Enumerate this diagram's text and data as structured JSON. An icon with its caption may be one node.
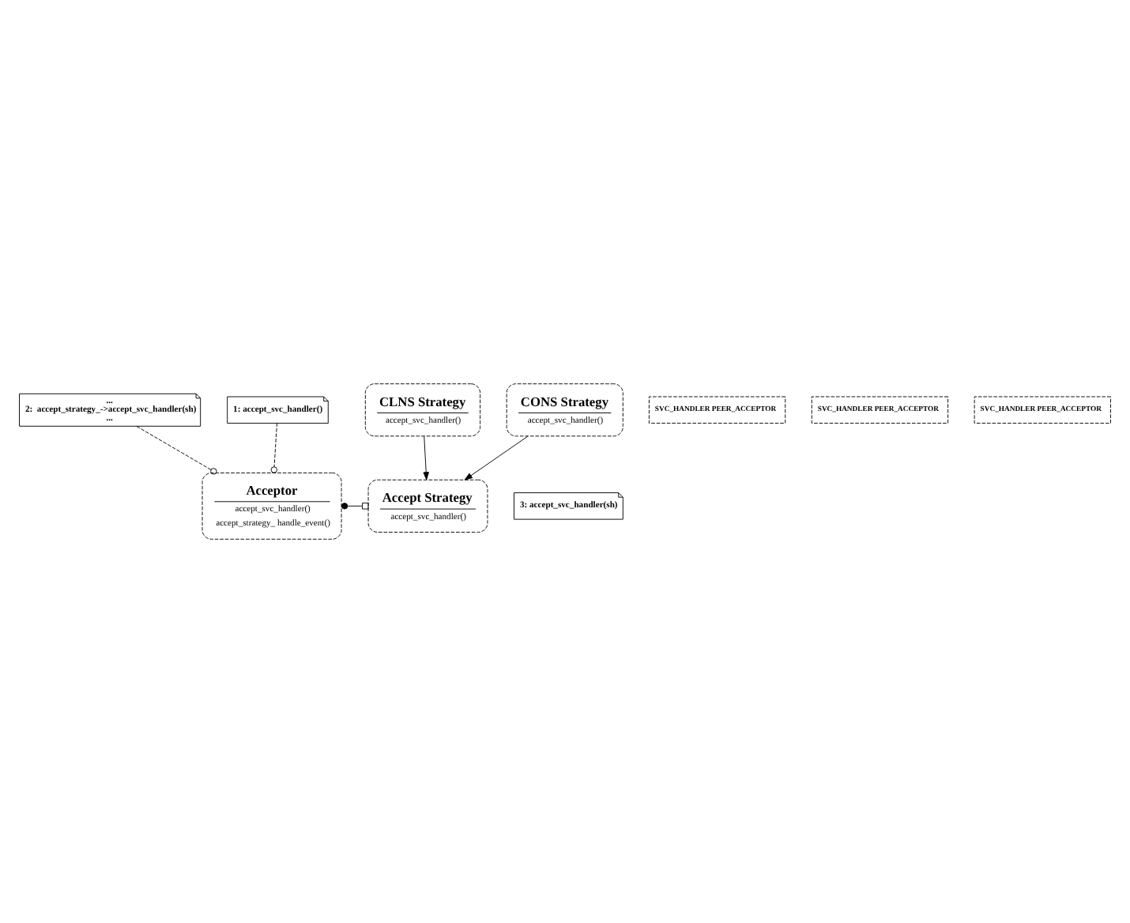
{
  "diagram": {
    "nodes": [
      {
        "text": [
          "Acceptor",
          "accept_svc_handler()",
          "accept_strategy_ handle_event()"
        ]
      },
      {
        "text": [
          "3: accept_svc_handler(sh)"
        ]
      },
      {
        "text": [
          "SVC_HANDLER PEER_ACCEPTOR"
        ]
      },
      {
        "text": [
          "Accept Strategy",
          "accept_svc_handler()"
        ]
      },
      {
        "text": [
          "...",
          "2:  accept_strategy_->accept_svc_handler(sh)",
          "..."
        ]
      },
      {
        "text": [
          "SVC_HANDLER PEER_ACCEPTOR"
        ]
      },
      {
        "text": [
          "CLNS Strategy",
          "accept_svc_handler()"
        ]
      },
      {
        "text": [
          "1: accept_svc_handler()"
        ]
      },
      {
        "text": [
          "SVC_HANDLER PEER_ACCEPTOR"
        ]
      },
      {
        "text": [
          "CONS Strategy",
          "accept_svc_handler()"
        ]
      }
    ],
    "edges": [
      {
        "from": 0,
        "to": 3,
        "arrow": "other"
      },
      {
        "from": 4,
        "to": 0,
        "arrow": "other",
        "style": "dashed"
      },
      {
        "from": 7,
        "to": 0,
        "arrow": "other",
        "style": "dashed"
      },
      {
        "from": 6,
        "to": 3,
        "arrow": "to"
      },
      {
        "from": 9,
        "to": 3,
        "arrow": "to"
      }
    ]
  }
}
